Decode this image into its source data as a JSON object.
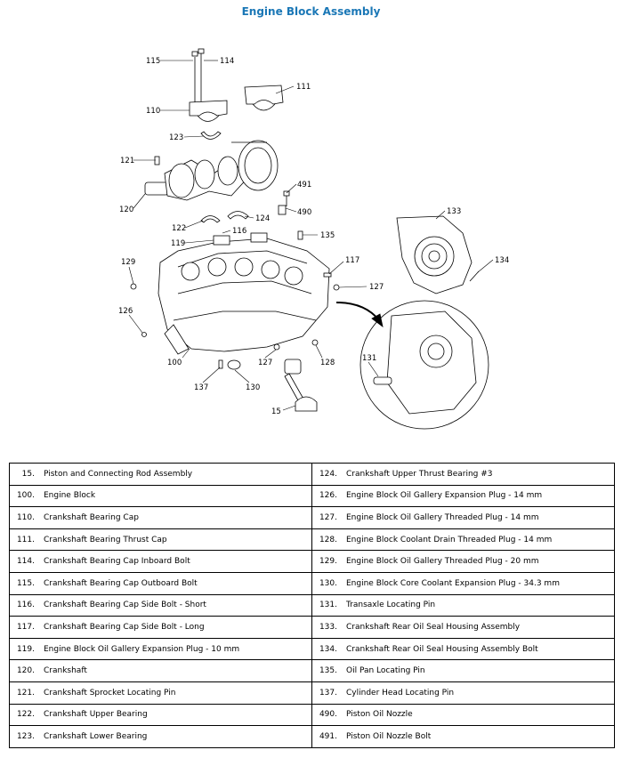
{
  "title": "Engine Block Assembly",
  "callouts": [
    "115",
    "114",
    "111",
    "110",
    "123",
    "121",
    "120",
    "122",
    "124",
    "116",
    "119",
    "491",
    "490",
    "135",
    "133",
    "134",
    "129",
    "117",
    "127",
    "126",
    "100",
    "137",
    "130",
    "127",
    "128",
    "131",
    "15"
  ],
  "legend": [
    [
      {
        "num": "15.",
        "label": "Piston and Connecting Rod Assembly"
      },
      {
        "num": "124.",
        "label": "Crankshaft Upper Thrust Bearing #3"
      }
    ],
    [
      {
        "num": "100.",
        "label": "Engine Block"
      },
      {
        "num": "126.",
        "label": "Engine Block Oil Gallery Expansion Plug - 14 mm"
      }
    ],
    [
      {
        "num": "110.",
        "label": "Crankshaft Bearing Cap"
      },
      {
        "num": "127.",
        "label": "Engine Block Oil Gallery Threaded Plug - 14 mm"
      }
    ],
    [
      {
        "num": "111.",
        "label": "Crankshaft Bearing Thrust Cap"
      },
      {
        "num": "128.",
        "label": "Engine Block Coolant Drain Threaded Plug - 14 mm"
      }
    ],
    [
      {
        "num": "114.",
        "label": "Crankshaft Bearing Cap Inboard Bolt"
      },
      {
        "num": "129.",
        "label": "Engine Block Oil Gallery Threaded Plug - 20 mm"
      }
    ],
    [
      {
        "num": "115.",
        "label": "Crankshaft Bearing Cap Outboard Bolt"
      },
      {
        "num": "130.",
        "label": "Engine Block Core Coolant Expansion Plug - 34.3 mm"
      }
    ],
    [
      {
        "num": "116.",
        "label": "Crankshaft Bearing Cap Side Bolt - Short"
      },
      {
        "num": "131.",
        "label": "Transaxle Locating Pin"
      }
    ],
    [
      {
        "num": "117.",
        "label": "Crankshaft Bearing Cap Side Bolt - Long"
      },
      {
        "num": "133.",
        "label": "Crankshaft Rear Oil Seal Housing Assembly"
      }
    ],
    [
      {
        "num": "119.",
        "label": "Engine Block Oil Gallery Expansion Plug - 10 mm"
      },
      {
        "num": "134.",
        "label": "Crankshaft Rear Oil Seal Housing Assembly Bolt"
      }
    ],
    [
      {
        "num": "120.",
        "label": "Crankshaft"
      },
      {
        "num": "135.",
        "label": "Oil Pan Locating Pin"
      }
    ],
    [
      {
        "num": "121.",
        "label": "Crankshaft Sprocket Locating Pin"
      },
      {
        "num": "137.",
        "label": "Cylinder Head Locating Pin"
      }
    ],
    [
      {
        "num": "122.",
        "label": "Crankshaft Upper Bearing"
      },
      {
        "num": "490.",
        "label": "Piston Oil Nozzle"
      }
    ],
    [
      {
        "num": "123.",
        "label": "Crankshaft Lower Bearing"
      },
      {
        "num": "491.",
        "label": "Piston Oil Nozzle Bolt"
      }
    ]
  ]
}
